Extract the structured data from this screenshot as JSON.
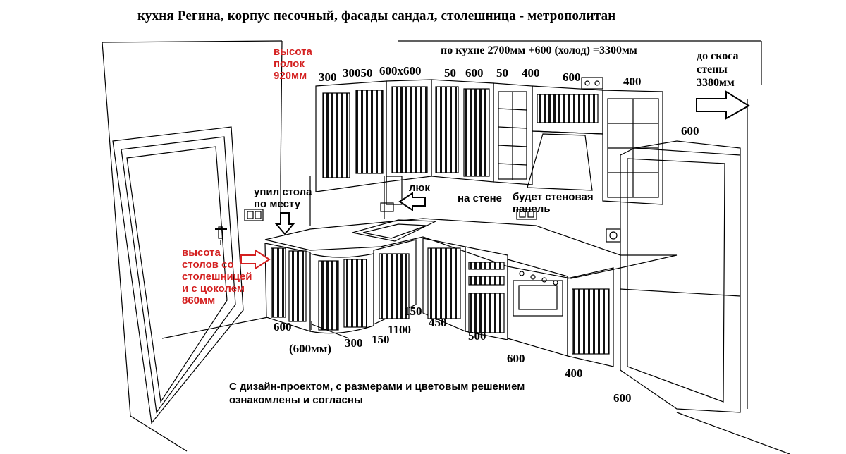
{
  "title": "кухня Регина, корпус песочный, фасады сандал, столешница - метрополитан",
  "annotations": {
    "shelf_height": "высота\nполок\n920мм",
    "total_length": "по кухне 2700мм +600 (холод) =3300мм",
    "to_wall_slope": "до скоса\nстены\n3380мм",
    "table_cut": "упил стола\nпо месту",
    "hatch": "люк",
    "on_wall": "на стене",
    "wall_panel": "будет стеновая\nпанель",
    "table_height": "высота\nстолов со\nстолешницей\nи с цоколем\n860мм",
    "agreement_line1": "С дизайн-проектом, с размерами и цветовым решением",
    "agreement_line2": "ознакомлены и согласны"
  },
  "upper_dimensions": {
    "d300": "300",
    "d300_50": "30050",
    "d600x600": "600x600",
    "d50a": "50",
    "d600a": "600",
    "d50b": "50",
    "d400a": "400",
    "d600b": "600",
    "d400b": "400",
    "d600_fridge_top": "600"
  },
  "lower_dimensions": {
    "d600_left": "600",
    "d600mm": "(600мм)",
    "d300": "300",
    "d150a": "150",
    "d1100": "1100",
    "d150b": "150",
    "d450": "450",
    "d500": "500",
    "d600": "600",
    "d400": "400",
    "d600_right": "600"
  },
  "colors": {
    "annotation_red": "#d42020",
    "line": "#000000"
  }
}
